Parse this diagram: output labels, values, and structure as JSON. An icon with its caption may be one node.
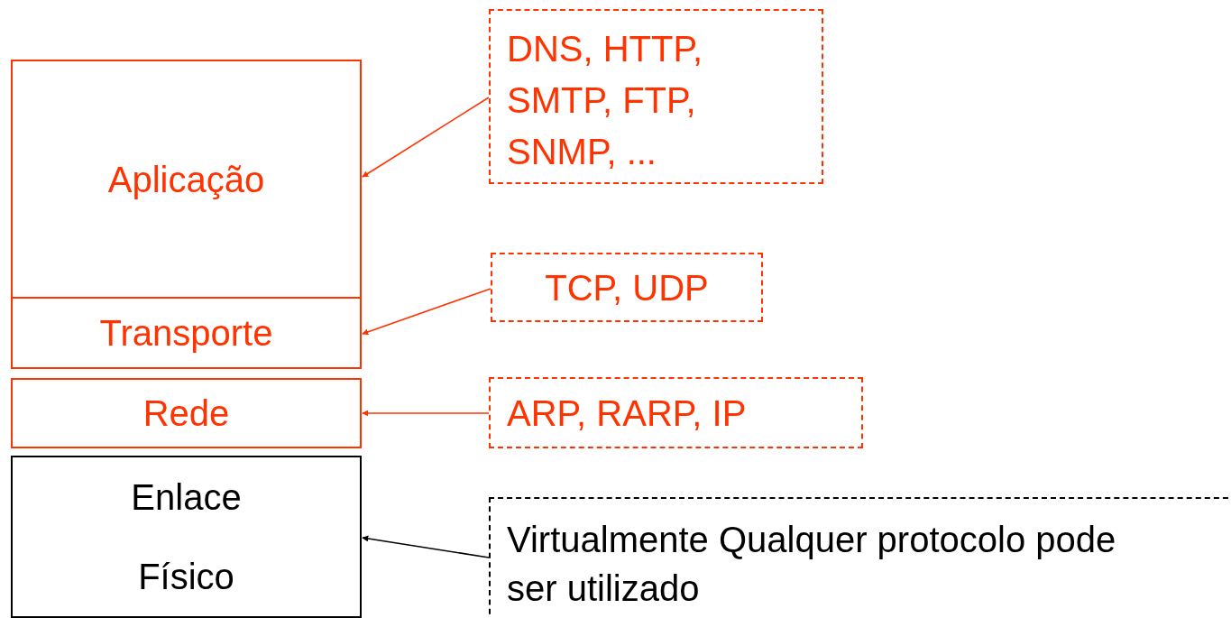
{
  "diagram": {
    "nodes": [
      {
        "text": [
          "Aplicação"
        ]
      },
      {
        "text": [
          "Transporte"
        ]
      },
      {
        "text": [
          "Rede"
        ]
      },
      {
        "text": [
          "Enlace",
          "Físico"
        ]
      },
      {
        "text": [
          "DNS, HTTP, SMTP, FTP, SNMP, ..."
        ]
      },
      {
        "text": [
          "TCP, UDP"
        ]
      },
      {
        "text": [
          "ARP, RARP, IP"
        ]
      },
      {
        "text": [
          "Virtualmente Qualquer protocolo pode ser utilizado"
        ]
      }
    ],
    "edges": [
      {
        "from": 4,
        "to": 0,
        "arrow": "to"
      },
      {
        "from": 5,
        "to": 1,
        "arrow": "to"
      },
      {
        "from": 6,
        "to": 2,
        "arrow": "to"
      },
      {
        "from": 7,
        "to": 3,
        "arrow": "to",
        "color": "#000000"
      }
    ]
  }
}
